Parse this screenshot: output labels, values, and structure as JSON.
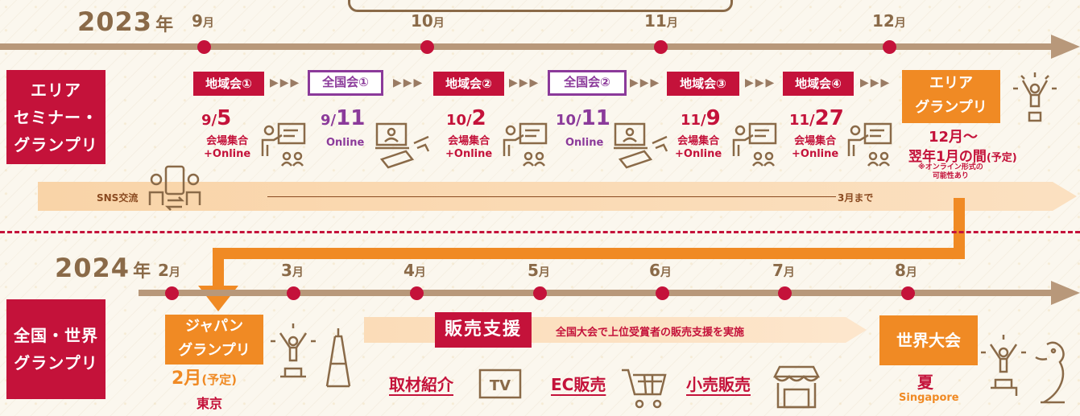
{
  "row1": {
    "year": "2023",
    "year_suffix": "年",
    "months": [
      {
        "num": "9",
        "suffix": "月"
      },
      {
        "num": "10",
        "suffix": "月"
      },
      {
        "num": "11",
        "suffix": "月"
      },
      {
        "num": "12",
        "suffix": "月"
      }
    ],
    "category_lines": [
      "エリア",
      "セミナー・",
      "グランプリ"
    ],
    "events": [
      {
        "label": "地域会①",
        "style": "red",
        "date_prefix": "9/",
        "date_main": "5",
        "sub_lines": [
          "会場集合",
          "+Online"
        ],
        "icon": "seminar-icon"
      },
      {
        "label": "全国会①",
        "style": "purple",
        "date_prefix": "9/",
        "date_main": "11",
        "sub_lines": [
          "Online"
        ],
        "icon": "online-meeting-icon"
      },
      {
        "label": "地域会②",
        "style": "red",
        "date_prefix": "10/",
        "date_main": "2",
        "sub_lines": [
          "会場集合",
          "+Online"
        ],
        "icon": "seminar-icon"
      },
      {
        "label": "全国会②",
        "style": "purple",
        "date_prefix": "10/",
        "date_main": "11",
        "sub_lines": [
          "Online"
        ],
        "icon": "online-meeting-icon"
      },
      {
        "label": "地域会③",
        "style": "red",
        "date_prefix": "11/",
        "date_main": "9",
        "sub_lines": [
          "会場集合",
          "+Online"
        ],
        "icon": "seminar-icon"
      },
      {
        "label": "地域会④",
        "style": "red",
        "date_prefix": "11/",
        "date_main": "27",
        "sub_lines": [
          "会場集合",
          "+Online"
        ],
        "icon": "seminar-icon"
      }
    ],
    "chevrons": "▶▶▶",
    "grandprix": {
      "lines": [
        "エリア",
        "グランプリ"
      ],
      "period_line1": "12月〜",
      "period_line2_main": "翌年1月の間",
      "period_line2_note": "(予定)",
      "note_line1": "※オンライン形式の",
      "note_line2": "可能性あり"
    },
    "sns": {
      "label": "SNS交流",
      "end": "3月まで"
    }
  },
  "row2": {
    "year": "2024",
    "year_suffix": "年",
    "months": [
      {
        "num": "2",
        "suffix": "月"
      },
      {
        "num": "3",
        "suffix": "月"
      },
      {
        "num": "4",
        "suffix": "月"
      },
      {
        "num": "5",
        "suffix": "月"
      },
      {
        "num": "6",
        "suffix": "月"
      },
      {
        "num": "7",
        "suffix": "月"
      },
      {
        "num": "8",
        "suffix": "月"
      }
    ],
    "category_lines": [
      "全国・世界",
      "グランプリ"
    ],
    "japan_gp": {
      "lines": [
        "ジャパン",
        "グランプリ"
      ],
      "date_main": "2月",
      "date_note": "(予定)",
      "place": "東京"
    },
    "promo": {
      "title": "販売支援",
      "desc": "全国大会で上位受賞者の販売支援を実施",
      "items": [
        "取材紹介",
        "EC販売",
        "小売販売"
      ]
    },
    "world": {
      "title": "世界大会",
      "season": "夏",
      "place": "Singapore"
    }
  },
  "colors": {
    "red": "#c4123a",
    "purple": "#8b3a9a",
    "orange": "#f08a24",
    "brown": "#8a6a48"
  },
  "icons": [
    "seminar-icon",
    "online-meeting-icon",
    "sns-exchange-icon",
    "winner-icon",
    "tokyo-tower-icon",
    "merlion-icon",
    "tv-icon",
    "cart-icon",
    "shop-icon"
  ]
}
